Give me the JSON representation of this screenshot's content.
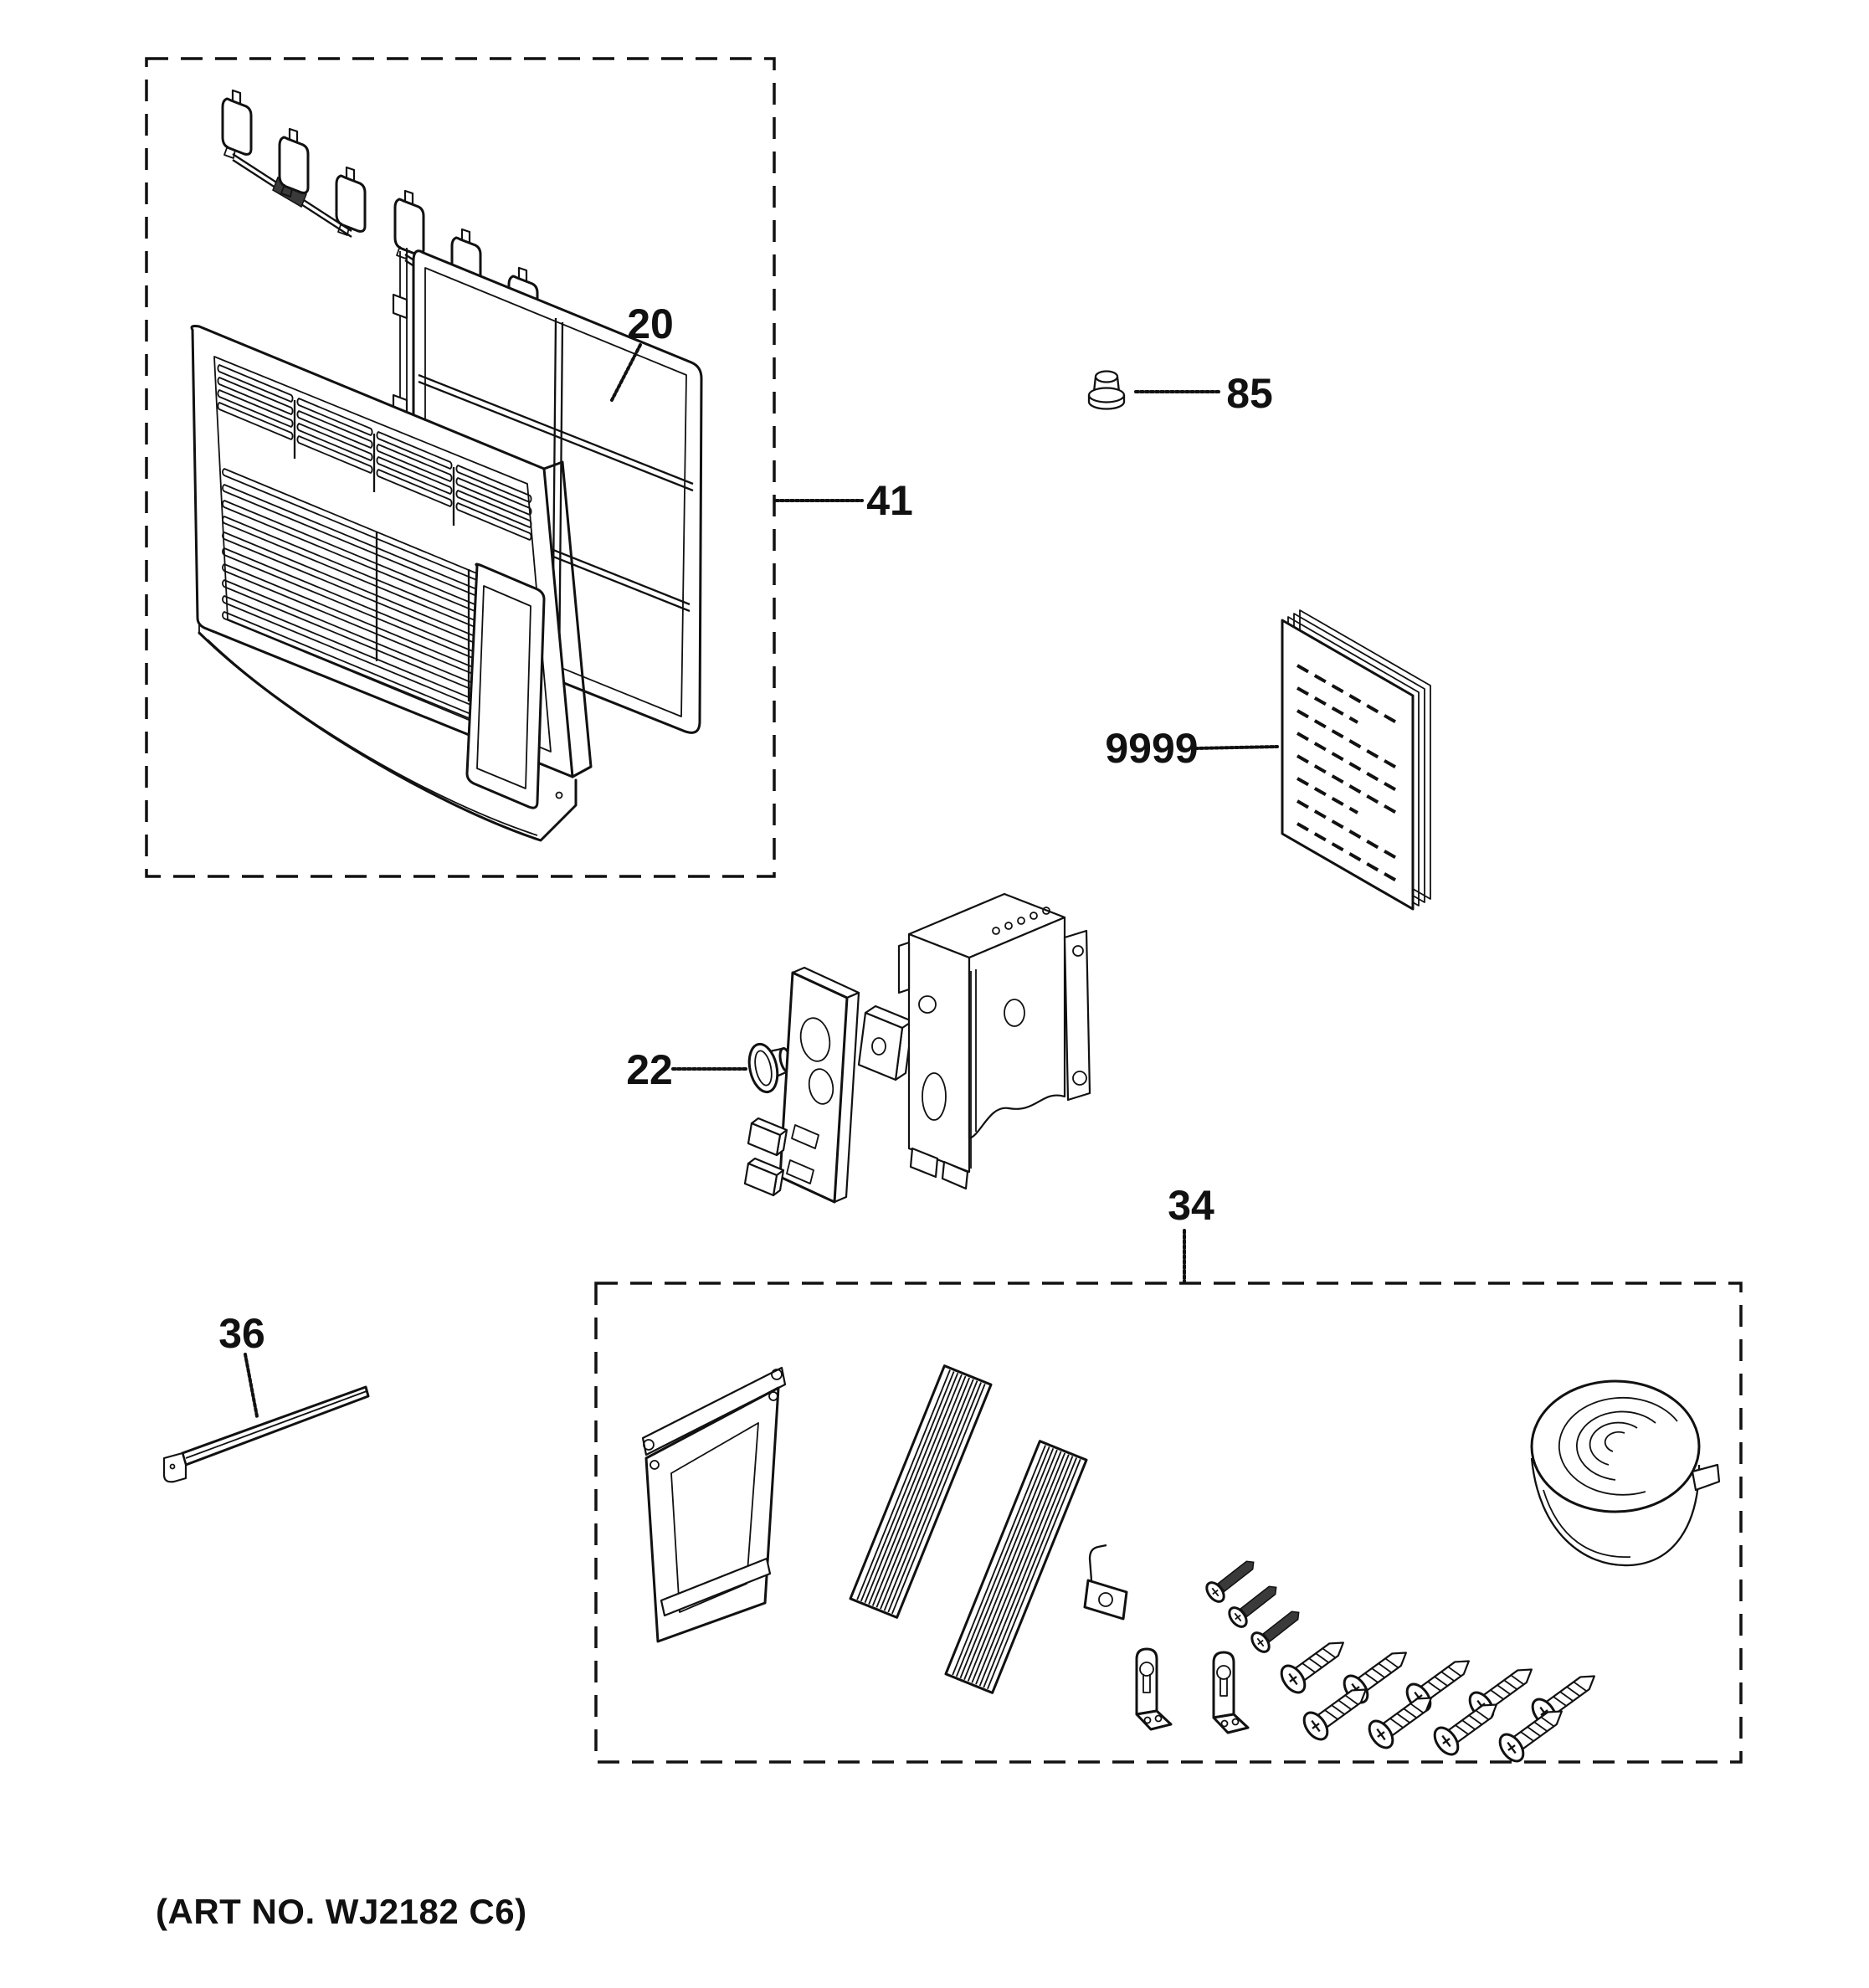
{
  "page": {
    "art_note": "(ART NO. WJ2182 C6)"
  },
  "diagram": {
    "ink_color": "#111111",
    "background_color": "#ffffff",
    "labels": {
      "filter": "20",
      "control_knob": "22",
      "install_kit": "34",
      "window_seal_strip": "36",
      "grille_assembly": "41",
      "grommet": "85",
      "manual": "9999"
    }
  }
}
